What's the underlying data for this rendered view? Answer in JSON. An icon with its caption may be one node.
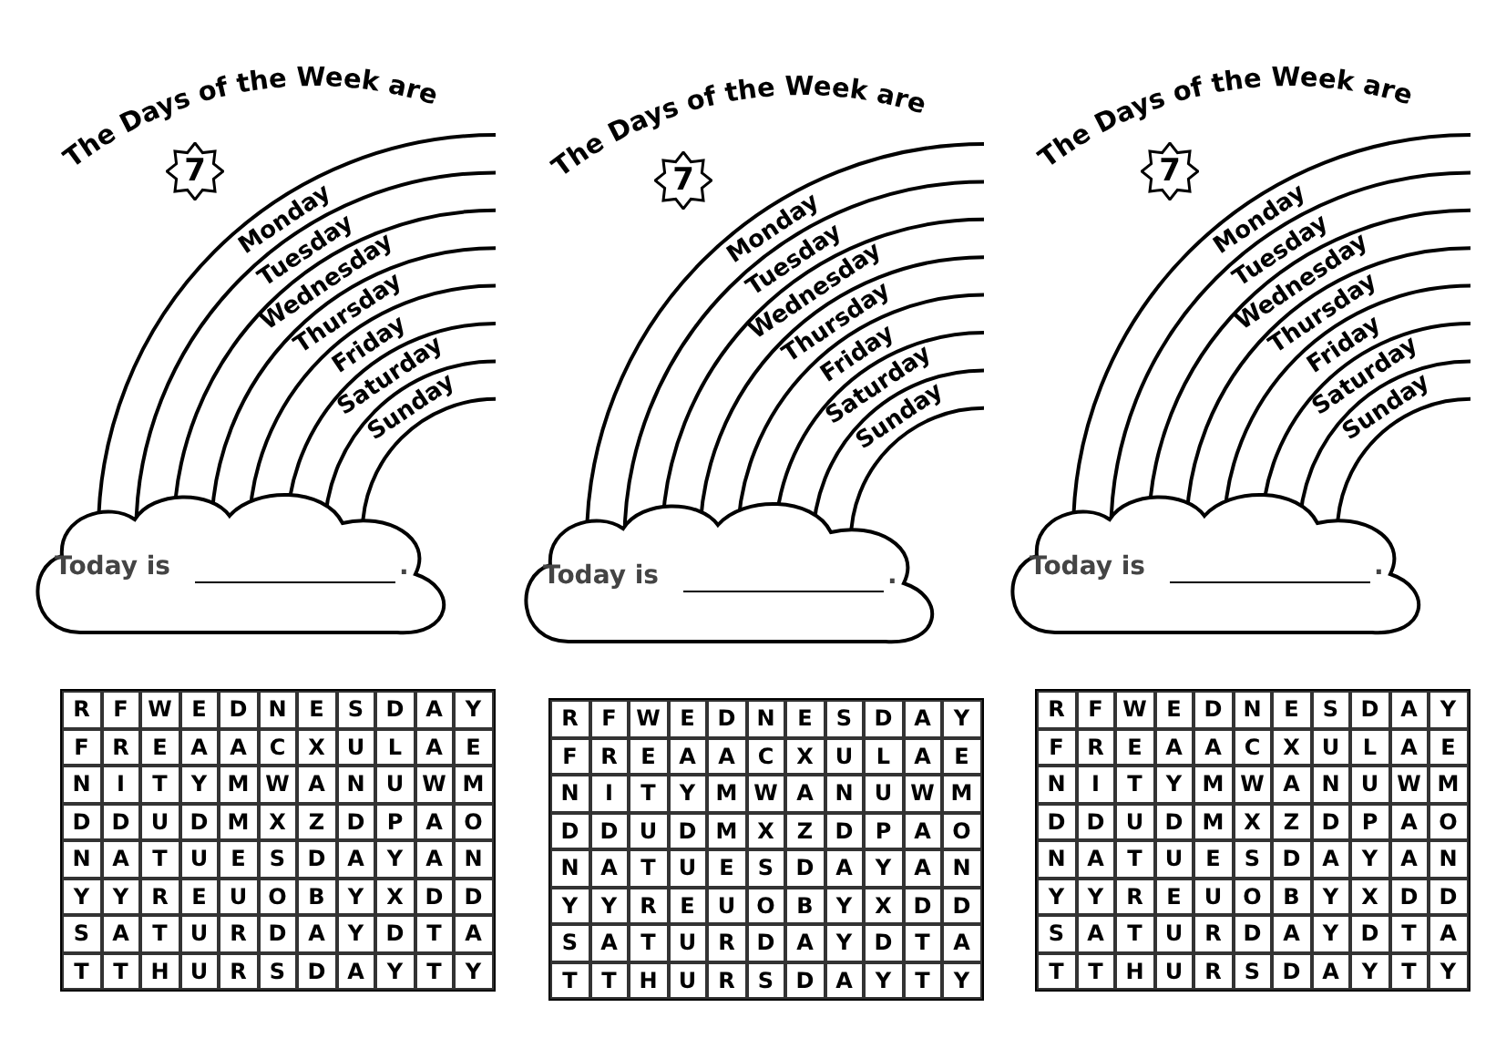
{
  "diagram": {
    "nodes": [
      {
        "text": [
          "7"
        ]
      },
      {
        "text": [
          "Today is",
          "."
        ]
      },
      {
        "text": [
          "7"
        ]
      },
      {
        "text": [
          "Today is",
          "."
        ]
      },
      {
        "text": [
          "7"
        ]
      },
      {
        "text": [
          "Today is",
          "."
        ]
      }
    ],
    "labels": [
      "The Days of the Week are",
      "Monday",
      "Tuesday",
      "Wednesday",
      "Thursday",
      "Friday",
      "Saturday",
      "Sunday",
      "R",
      "F",
      "W",
      "E",
      "D",
      "N",
      "E",
      "S",
      "D",
      "A",
      "Y",
      "F",
      "R",
      "E",
      "A",
      "A",
      "C",
      "X",
      "U",
      "L",
      "A",
      "E",
      "N",
      "I",
      "T",
      "Y",
      "M",
      "W",
      "A",
      "N",
      "U",
      "W",
      "M",
      "D",
      "D",
      "U",
      "D",
      "M",
      "X",
      "Z",
      "D",
      "P",
      "A",
      "O",
      "N",
      "A",
      "T",
      "U",
      "E",
      "S",
      "D",
      "A",
      "Y",
      "A",
      "N",
      "Y",
      "Y",
      "R",
      "E",
      "U",
      "O",
      "B",
      "Y",
      "X",
      "D",
      "D",
      "S",
      "A",
      "T",
      "U",
      "R",
      "D",
      "A",
      "Y",
      "D",
      "T",
      "A",
      "T",
      "T",
      "H",
      "U",
      "R",
      "S",
      "D",
      "A",
      "Y",
      "T",
      "Y",
      "The Days of the Week are",
      "Monday",
      "Tuesday",
      "Wednesday",
      "Thursday",
      "Friday",
      "Saturday",
      "Sunday",
      "R",
      "F",
      "W",
      "E",
      "D",
      "N",
      "E",
      "S",
      "D",
      "A",
      "Y",
      "F",
      "R",
      "E",
      "A",
      "A",
      "C",
      "X",
      "U",
      "L",
      "A",
      "E",
      "N",
      "I",
      "T",
      "Y",
      "M",
      "W",
      "A",
      "N",
      "U",
      "W",
      "M",
      "D",
      "D",
      "U",
      "D",
      "M",
      "X",
      "Z",
      "D",
      "P",
      "A",
      "O",
      "N",
      "A",
      "T",
      "U",
      "E",
      "S",
      "D",
      "A",
      "Y",
      "A",
      "N",
      "Y",
      "Y",
      "R",
      "E",
      "U",
      "O",
      "B",
      "Y",
      "X",
      "D",
      "D",
      "S",
      "A",
      "T",
      "U",
      "R",
      "D",
      "A",
      "Y",
      "D",
      "T",
      "A",
      "T",
      "T",
      "H",
      "U",
      "R",
      "S",
      "D",
      "A",
      "Y",
      "T",
      "Y",
      "The Days of the Week are",
      "Monday",
      "Tuesday",
      "Wednesday",
      "Thursday",
      "Friday",
      "Saturday",
      "Sunday",
      "R",
      "F",
      "W",
      "E",
      "D",
      "N",
      "E",
      "S",
      "D",
      "A",
      "Y",
      "F",
      "R",
      "E",
      "A",
      "A",
      "C",
      "X",
      "U",
      "L",
      "A",
      "E",
      "N",
      "I",
      "T",
      "Y",
      "M",
      "W",
      "A",
      "N",
      "U",
      "W",
      "M",
      "D",
      "D",
      "U",
      "D",
      "M",
      "X",
      "Z",
      "D",
      "P",
      "A",
      "O",
      "N",
      "A",
      "T",
      "U",
      "E",
      "S",
      "D",
      "A",
      "Y",
      "A",
      "N",
      "Y",
      "Y",
      "R",
      "E",
      "U",
      "O",
      "B",
      "Y",
      "X",
      "D",
      "D",
      "S",
      "A",
      "T",
      "U",
      "R",
      "D",
      "A",
      "Y",
      "D",
      "T",
      "A",
      "T",
      "T",
      "H",
      "U",
      "R",
      "S",
      "D",
      "A",
      "Y",
      "T",
      "Y"
    ]
  }
}
